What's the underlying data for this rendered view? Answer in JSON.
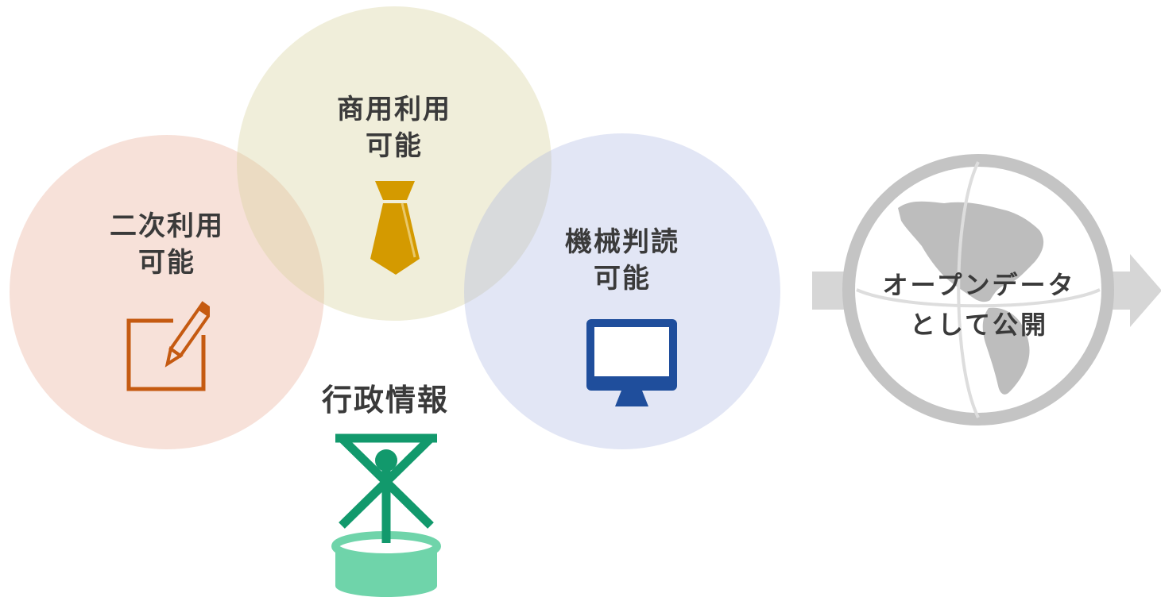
{
  "circles": {
    "secondary_use": {
      "line1": "二次利用",
      "line2": "可能",
      "icon": "pencil-note-icon",
      "icon_color": "#C55A11"
    },
    "commercial_use": {
      "line1": "商用利用",
      "line2": "可能",
      "icon": "necktie-icon",
      "icon_color": "#D49A00"
    },
    "machine_readable": {
      "line1": "機械判読",
      "line2": "可能",
      "icon": "monitor-icon",
      "icon_color": "#1F4E9C"
    }
  },
  "admin_info": {
    "label": "行政情報",
    "icon": "government-database-icon",
    "icon_color": "#12996C"
  },
  "open_data": {
    "line1": "オープンデータ",
    "line2": "として公開",
    "icon": "globe-arrow-icon",
    "icon_color": "#BDBDBD"
  }
}
